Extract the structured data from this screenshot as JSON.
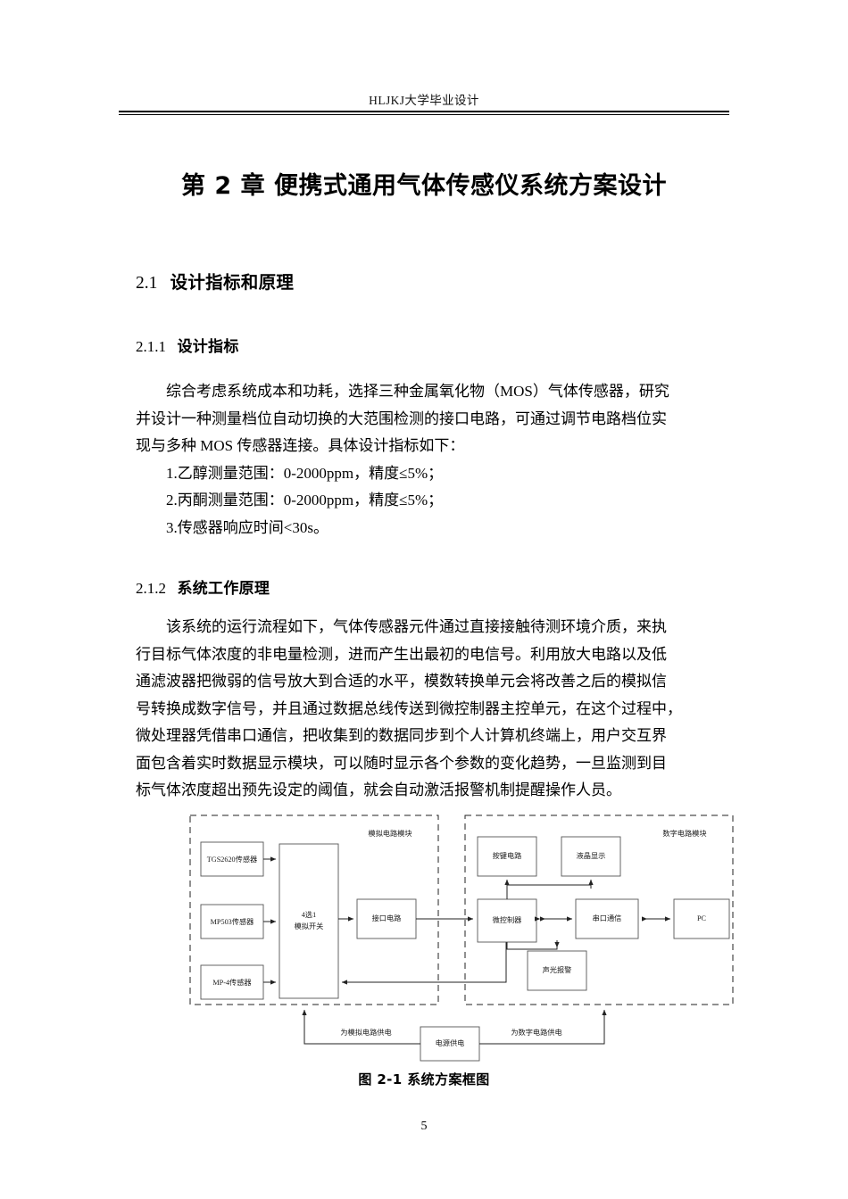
{
  "header": {
    "running_head": "HLJKJ大学毕业设计"
  },
  "chapter": {
    "title": "第 2 章  便携式通用气体传感仪系统方案设计"
  },
  "sections": [
    {
      "number": "2.1",
      "title": "设计指标和原理"
    },
    {
      "number": "2.1.1",
      "title": "设计指标"
    },
    {
      "number": "2.1.2",
      "title": "系统工作原理"
    }
  ],
  "paragraphs": {
    "design_spec": [
      "综合考虑系统成本和功耗，选择三种金属氧化物（MOS）气体传感器，研究",
      "并设计一种测量档位自动切换的大范围检测的接口电路，可通过调节电路档位实",
      "现与多种 MOS 传感器连接。具体设计指标如下："
    ],
    "design_spec_items": [
      "1.乙醇测量范围：0-2000ppm，精度≤5%；",
      "2.丙酮测量范围：0-2000ppm，精度≤5%；",
      "3.传感器响应时间<30s。"
    ],
    "working_principle": [
      "该系统的运行流程如下，气体传感器元件通过直接接触待测环境介质，来执",
      "行目标气体浓度的非电量检测，进而产生出最初的电信号。利用放大电路以及低",
      "通滤波器把微弱的信号放大到合适的水平，模数转换单元会将改善之后的模拟信",
      "号转换成数字信号，并且通过数据总线传送到微控制器主控单元，在这个过程中，",
      "微处理器凭借串口通信，把收集到的数据同步到个人计算机终端上，用户交互界",
      "面包含着实时数据显示模块，可以随时显示各个参数的变化趋势，一旦监测到目",
      "标气体浓度超出预先设定的阈值，就会自动激活报警机制提醒操作人员。"
    ]
  },
  "figure": {
    "caption": "图 2-1  系统方案框图",
    "analog_module_label": "模拟电路模块",
    "digital_module_label": "数字电路模块",
    "blocks": {
      "sensor1": "TGS2620传感器",
      "sensor2": "MP503传感器",
      "sensor3": "MP-4传感器",
      "mux_line1": "4选1",
      "mux_line2": "模拟开关",
      "interface": "接口电路",
      "keypad": "按键电路",
      "lcd": "液晶显示",
      "mcu": "微控制器",
      "uart": "串口通信",
      "pc": "PC",
      "alarm": "声光报警",
      "power": "电源供电"
    },
    "power_labels": {
      "to_analog": "为模拟电路供电",
      "to_digital": "为数字电路供电"
    }
  },
  "footer": {
    "page_number": "5"
  }
}
